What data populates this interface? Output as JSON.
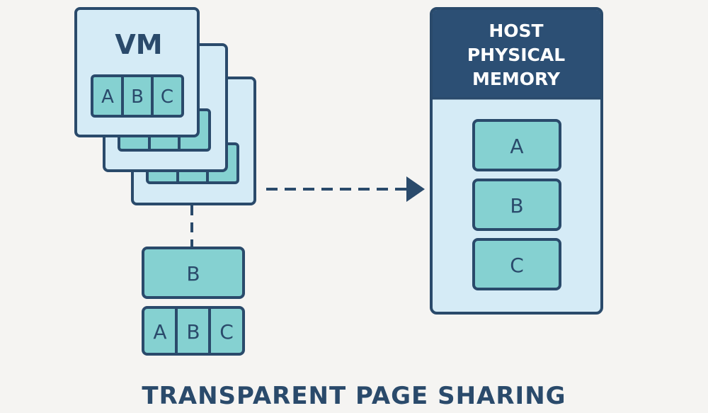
{
  "colors": {
    "background": "#f5f4f2",
    "stroke": "#2a4a6b",
    "vm_fill": "#d5ebf6",
    "page_fill": "#85d1d1",
    "header_fill": "#2c4f74",
    "header_text": "#ffffff",
    "label_text": "#2a4a6b"
  },
  "vm": {
    "label": "VM",
    "pages": [
      "A",
      "B",
      "C"
    ]
  },
  "shared_page": {
    "label": "B"
  },
  "guest_pages": [
    "A",
    "B",
    "C"
  ],
  "host": {
    "title_lines": [
      "HOST",
      "PHYSICAL",
      "MEMORY"
    ],
    "pages": [
      "A",
      "B",
      "C"
    ]
  },
  "caption": "TRANSPARENT PAGE SHARING"
}
